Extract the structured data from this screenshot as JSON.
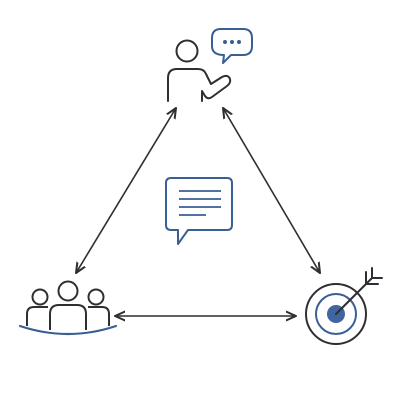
{
  "colors": {
    "ink": "#2f2f33",
    "accent": "#3a5f95",
    "accent_fill": "#3f66a0",
    "background": "#ffffff"
  },
  "nodes": [
    {
      "id": "speaker",
      "icon": "speaker-with-speech-bubble-icon"
    },
    {
      "id": "audience",
      "icon": "group-of-people-icon"
    },
    {
      "id": "target",
      "icon": "target-with-arrow-icon"
    }
  ],
  "center_icon": "message-icon",
  "connections": [
    {
      "from": "speaker",
      "to": "audience",
      "direction": "bidirectional"
    },
    {
      "from": "speaker",
      "to": "target",
      "direction": "bidirectional"
    },
    {
      "from": "audience",
      "to": "target",
      "direction": "bidirectional"
    }
  ]
}
